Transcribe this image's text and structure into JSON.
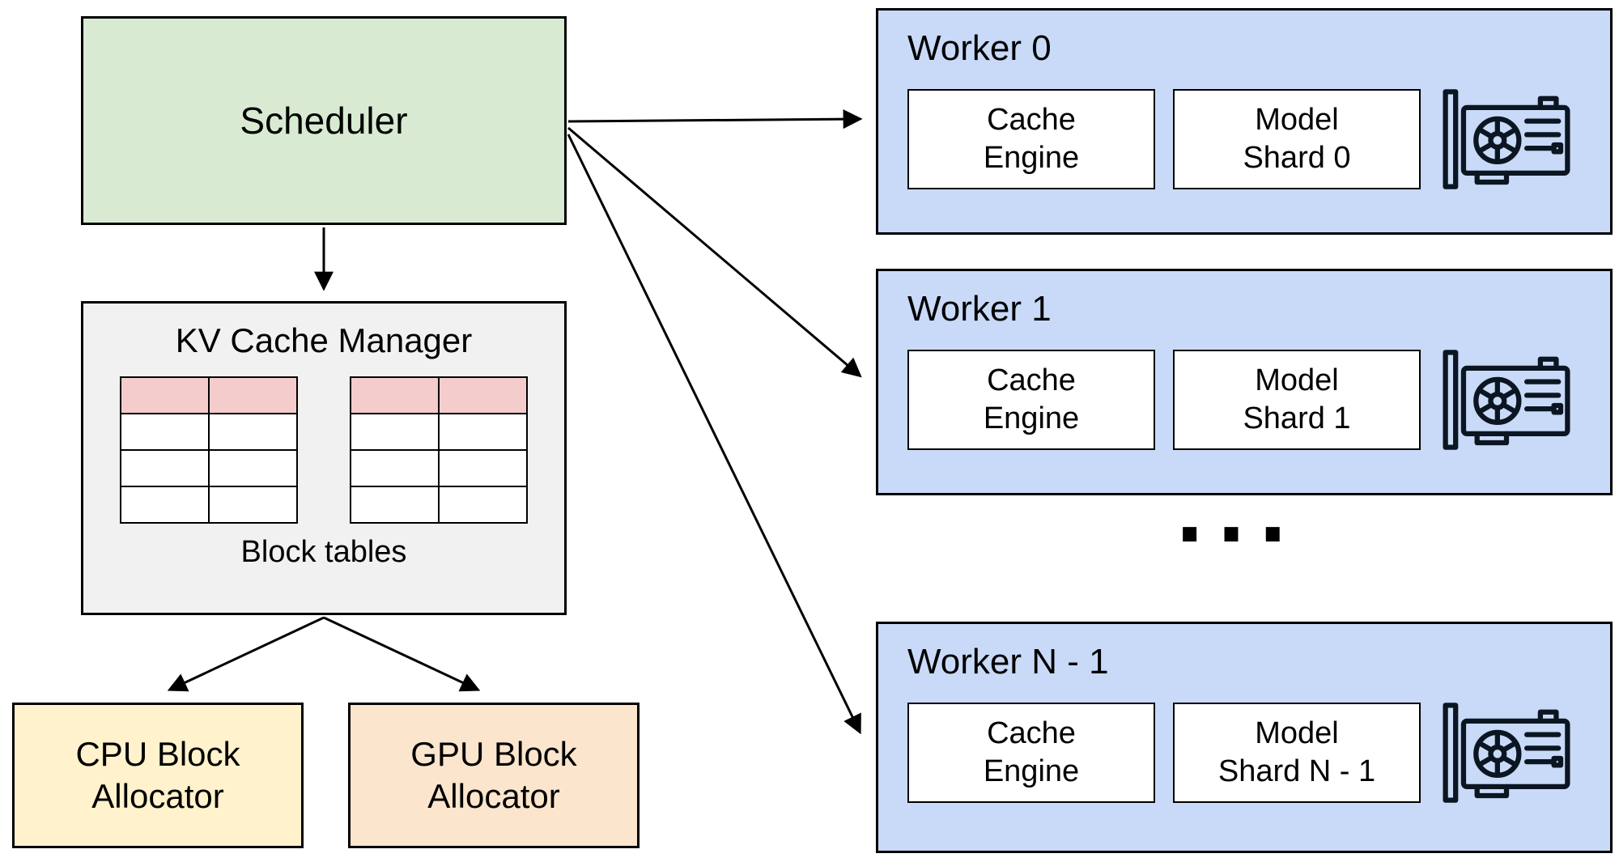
{
  "scheduler": {
    "label": "Scheduler"
  },
  "kv_cache_manager": {
    "title": "KV Cache Manager",
    "caption": "Block tables",
    "tables": {
      "count": 2,
      "rows": 4,
      "columns": 2
    }
  },
  "allocators": {
    "cpu": {
      "line1": "CPU Block",
      "line2": "Allocator"
    },
    "gpu": {
      "line1": "GPU Block",
      "line2": "Allocator"
    }
  },
  "workers": [
    {
      "title": "Worker 0",
      "cache_engine": {
        "line1": "Cache",
        "line2": "Engine"
      },
      "model_shard": {
        "line1": "Model",
        "line2": "Shard 0"
      },
      "icon": "gpu-card-icon"
    },
    {
      "title": "Worker 1",
      "cache_engine": {
        "line1": "Cache",
        "line2": "Engine"
      },
      "model_shard": {
        "line1": "Model",
        "line2": "Shard 1"
      },
      "icon": "gpu-card-icon"
    },
    {
      "title": "Worker N - 1",
      "cache_engine": {
        "line1": "Cache",
        "line2": "Engine"
      },
      "model_shard": {
        "line1": "Model",
        "line2": "Shard N - 1"
      },
      "icon": "gpu-card-icon"
    }
  ],
  "ellipsis": "...",
  "colors": {
    "scheduler_fill": "#d9ead3",
    "kv_fill": "#f1f1f1",
    "table_header_fill": "#f4cccc",
    "cpu_fill": "#fff2cc",
    "gpu_fill": "#fce5cd",
    "worker_fill": "#c9daf8",
    "inner_box_fill": "#ffffff",
    "border_color": "#000000"
  }
}
